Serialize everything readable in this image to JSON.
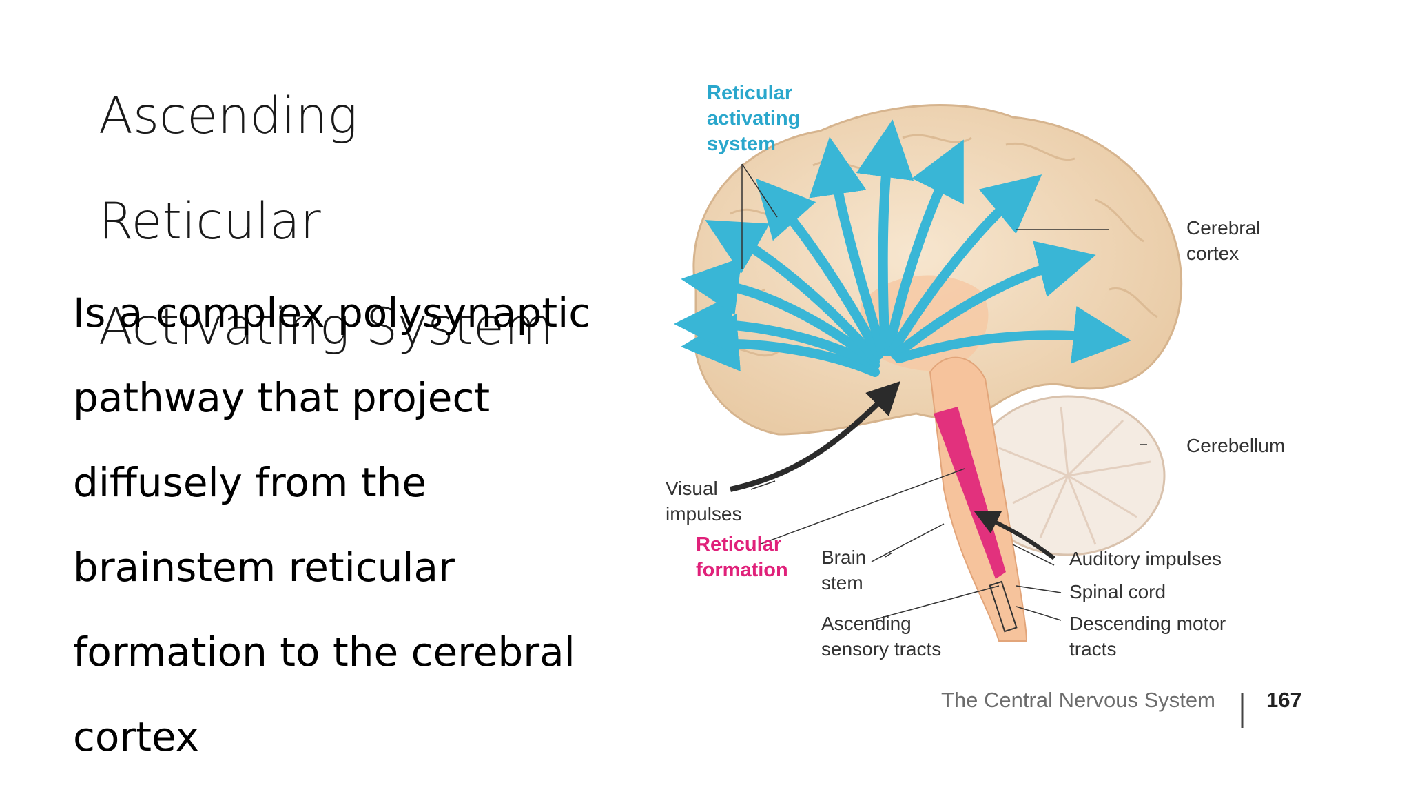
{
  "slide": {
    "title": "Ascending Reticular\nActivating System",
    "body": "Is a complex polysynaptic\npathway that project\ndiffusely from  the\nbrainstem reticular\nformation to the cerebral\ncortex"
  },
  "figure": {
    "labels": {
      "ras": "Reticular\nactivating\nsystem",
      "cerebral_cortex": "Cerebral\ncortex",
      "cerebellum": "Cerebellum",
      "visual_impulses": "Visual\nimpulses",
      "reticular_formation": "Reticular\nformation",
      "brain_stem": "Brain\nstem",
      "auditory_impulses": "Auditory impulses",
      "spinal_cord": "Spinal cord",
      "ascending_tracts": "Ascending\nsensory tracts",
      "descending_tracts": "Descending motor\ntracts"
    },
    "footer": {
      "book_title": "The Central Nervous System",
      "page_number": "167"
    },
    "colors": {
      "arrow": "#39b6d6",
      "reticular": "#e0217a",
      "brain": "#f3dcc0"
    }
  }
}
